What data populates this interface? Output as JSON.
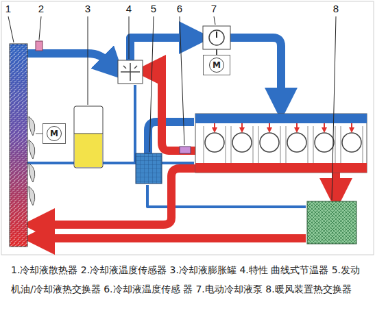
{
  "diagram": {
    "caption": "1.冷却液散热器 2.冷却液温度传感器 3.冷却液膨胀罐 4.特性 曲线式节温器 5.发动机油/冷却液热交换器 6.冷却液温度传感 器 7.电动冷却液泵 8.暖风装置热交换器",
    "nodes": [
      {
        "text": [
          "M"
        ]
      },
      {
        "text": [
          "M"
        ]
      }
    ],
    "labels": [
      "1",
      "2",
      "3",
      "4",
      "5",
      "6",
      "7",
      "8"
    ]
  }
}
